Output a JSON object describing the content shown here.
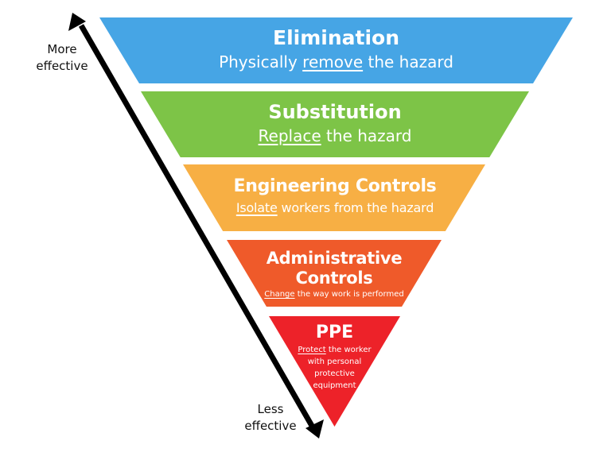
{
  "colors": {
    "elimination": "#46A5E5",
    "substitution": "#7DC447",
    "engineering": "#F7AF44",
    "administrative": "#EF5A2A",
    "ppe": "#ED2229",
    "arrow": "#000000",
    "text": "#FFFFFF"
  },
  "arrow": {
    "top_label": "More effective",
    "top_label_line1": "More",
    "top_label_line2": "effective",
    "bottom_label": "Less effective",
    "bottom_label_line1": "Less",
    "bottom_label_line2": "effective"
  },
  "levels": [
    {
      "title": "Elimination",
      "desc_pre": "Physically ",
      "desc_key": "remove",
      "desc_post": " the hazard"
    },
    {
      "title": "Substitution",
      "desc_pre": "",
      "desc_key": "Replace",
      "desc_post": " the hazard"
    },
    {
      "title": "Engineering Controls",
      "desc_pre": "",
      "desc_key": "Isolate",
      "desc_post": " workers from the hazard"
    },
    {
      "title": "Administrative Controls",
      "title_line1": "Administrative",
      "title_line2": "Controls",
      "desc_pre": "",
      "desc_key": "Change",
      "desc_post": " the way work is performed"
    },
    {
      "title": "PPE",
      "desc_pre": "",
      "desc_key": "Protect",
      "desc_post": " the worker with personal protective equipment",
      "desc_line1_post": " the worker",
      "desc_line2": "with personal",
      "desc_line3": "protective",
      "desc_line4": "equipment"
    }
  ]
}
